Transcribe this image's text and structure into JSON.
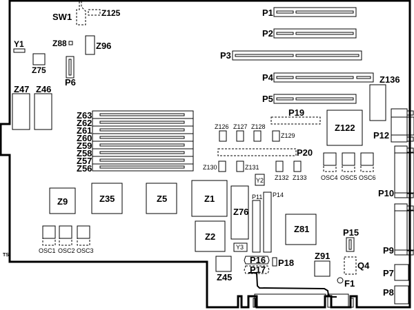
{
  "diagram": {
    "type": "motherboard component layout",
    "corner_mark": "TS",
    "switches": [
      {
        "id": "SW1",
        "label": "SW1"
      }
    ],
    "crystals": [
      {
        "id": "Y1",
        "label": "Y1"
      },
      {
        "id": "Y2",
        "label": "Y2"
      },
      {
        "id": "Y3",
        "label": "Y3"
      }
    ],
    "expansion_slots": [
      {
        "id": "P1",
        "label": "P1"
      },
      {
        "id": "P2",
        "label": "P2"
      },
      {
        "id": "P3",
        "label": "P3"
      },
      {
        "id": "P4",
        "label": "P4"
      },
      {
        "id": "P5",
        "label": "P5"
      }
    ],
    "memory_sockets": [
      {
        "id": "Z63",
        "label": "Z63"
      },
      {
        "id": "Z62",
        "label": "Z62"
      },
      {
        "id": "Z61",
        "label": "Z61"
      },
      {
        "id": "Z60",
        "label": "Z60"
      },
      {
        "id": "Z59",
        "label": "Z59"
      },
      {
        "id": "Z58",
        "label": "Z58"
      },
      {
        "id": "Z57",
        "label": "Z57"
      },
      {
        "id": "Z56",
        "label": "Z56"
      }
    ],
    "chips": {
      "Z125": "Z125",
      "Z88": "Z88",
      "Z96": "Z96",
      "Z75": "Z75",
      "Z47": "Z47",
      "Z46": "Z46",
      "Z136": "Z136",
      "Z122": "Z122",
      "Z126": "Z126",
      "Z127": "Z127",
      "Z128": "Z128",
      "Z129": "Z129",
      "Z130": "Z130",
      "Z131": "Z131",
      "Z132": "Z132",
      "Z133": "Z133",
      "Z9": "Z9",
      "Z35": "Z35",
      "Z5": "Z5",
      "Z1": "Z1",
      "Z2": "Z2",
      "Z76": "Z76",
      "Z81": "Z81",
      "Z45": "Z45",
      "Z91": "Z91"
    },
    "connectors": {
      "P6": "P6",
      "P7": "P7",
      "P8": "P8",
      "P9": "P9",
      "P10": "P10",
      "P11": "P11",
      "P12": "P12",
      "P14": "P14",
      "P15": "P15",
      "P16": "P16",
      "P17": "P17",
      "P18": "P18",
      "P19": "P19",
      "P20": "P20"
    },
    "oscillators": {
      "OSC1": "OSC1",
      "OSC2": "OSC2",
      "OSC3": "OSC3",
      "OSC4": "OSC4",
      "OSC5": "OSC5",
      "OSC6": "OSC6"
    },
    "other": {
      "Q4": "Q4",
      "F1": "F1"
    }
  }
}
